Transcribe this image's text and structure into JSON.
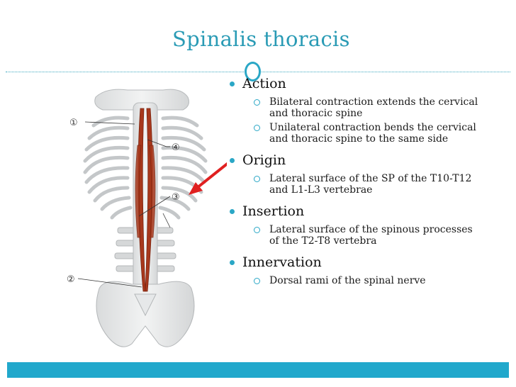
{
  "slide": {
    "title": "Spinalis thoracis",
    "accent_color": "#2aa7c6",
    "muscle_color": "#a8381c",
    "arrow_color": "#e02020"
  },
  "illustration": {
    "labels": [
      "①",
      "④",
      "③",
      "②"
    ]
  },
  "sections": [
    {
      "heading": "Action",
      "items": [
        "Bilateral contraction extends the cervical and thoracic spine",
        "Unilateral contraction bends the cervical and thoracic spine to the same side"
      ]
    },
    {
      "heading": "Origin",
      "items": [
        "Lateral surface of the SP of the T10-T12 and L1-L3 vertebrae"
      ]
    },
    {
      "heading": "Insertion",
      "items": [
        "Lateral surface of the spinous processes of the T2-T8 vertebra"
      ]
    },
    {
      "heading": "Innervation",
      "items": [
        "Dorsal rami of the spinal nerve"
      ]
    }
  ]
}
